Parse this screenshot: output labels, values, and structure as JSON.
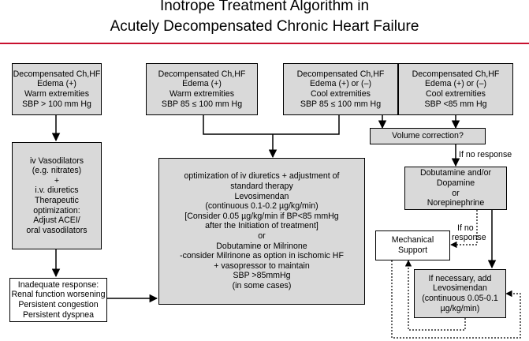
{
  "title": {
    "line1": "Inotrope Treatment Algorithm in",
    "line2": "Acutely Decompensated Chronic Heart Failure"
  },
  "colors": {
    "rule": "#c8102e",
    "box_fill": "#d9d9d9",
    "line": "#000000"
  },
  "boxes": {
    "b1": [
      "Decompensated Ch,HF",
      "Edema (+)",
      "Warm extremities",
      "SBP > 100 mm Hg"
    ],
    "b2": [
      "Decompensated Ch,HF",
      "Edema (+)",
      "Warm extremities",
      "SBP 85 ≤ 100 mm Hg"
    ],
    "b3": [
      "Decompensated Ch,HF",
      "Edema (+) or (–)",
      "Cool extremities",
      "SBP 85 ≤ 100 mm Hg"
    ],
    "b4": [
      "Decompensated Ch,HF",
      "Edema (+) or (–)",
      "Cool extremities",
      "SBP <85 mm Hg"
    ],
    "volume": [
      "Volume correction?"
    ],
    "vaso": [
      "iv Vasodilators",
      "(e.g. nitrates)",
      "+",
      "i.v. diuretics",
      "Therapeutic",
      "optimization:",
      "Adjust ACEI/",
      "oral vasodilators"
    ],
    "optim": [
      "optimization of iv diuretics + adjustment of",
      "standard therapy",
      "Levosimendan",
      "(continuous 0.1-0.2 µg/kg/min)",
      "[Consider 0.05 µg/kg/min if BP<85 mmHg",
      "after the Initiation of treatment]",
      "or",
      "Dobutamine or Milrinone",
      "-consider Milrinone as option in ischomic HF",
      "+ vasopressor to maintain",
      "SBP >85mmHg",
      "(in some cases)"
    ],
    "dobu": [
      "Dobutamine and/or",
      "Dopamine",
      "or",
      "Norepinephrine"
    ],
    "mech": [
      "Mechanical",
      "Support"
    ],
    "inadequate": [
      "Inadequate response:",
      "Renal function worsening",
      "Persistent congestion",
      "Persistent dyspnea"
    ],
    "levo": [
      "If necessary, add",
      "Levosimendan",
      "(continuous 0.05-0.1",
      "µg/kg/min)"
    ]
  },
  "labels": {
    "no_response": "If no response",
    "if_no_1": "If no",
    "if_no_2": "response"
  }
}
